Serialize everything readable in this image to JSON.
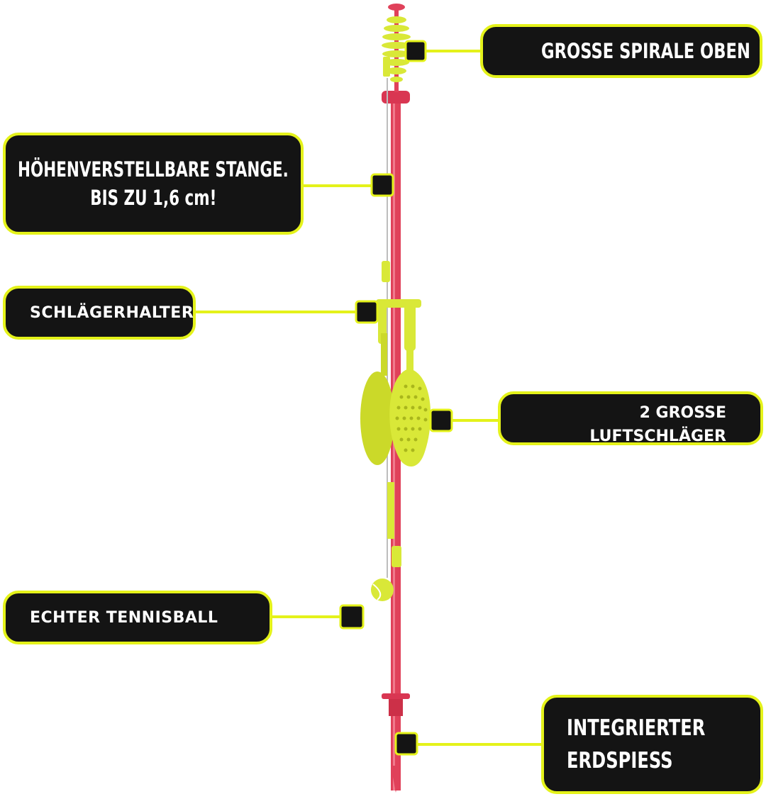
{
  "colors": {
    "accent": "#e4f21a",
    "box_bg": "#141414",
    "pole": "#e0415a",
    "paddle": "#d9e838",
    "text": "#ffffff"
  },
  "labels": {
    "spiral": [
      "GROSSE SPIRALE OBEN"
    ],
    "pole": [
      "HÖHENVERSTELLBARE STANGE.",
      "BIS ZU 1,6 cm!"
    ],
    "holder": [
      "SCHLÄGERHALTER"
    ],
    "paddles": [
      "2 GROSSE",
      "LUFTSCHLÄGER"
    ],
    "ball": [
      "ECHTER TENNISBALL"
    ],
    "spike": [
      "INTEGRIERTER",
      "ERDSPIESS"
    ]
  }
}
